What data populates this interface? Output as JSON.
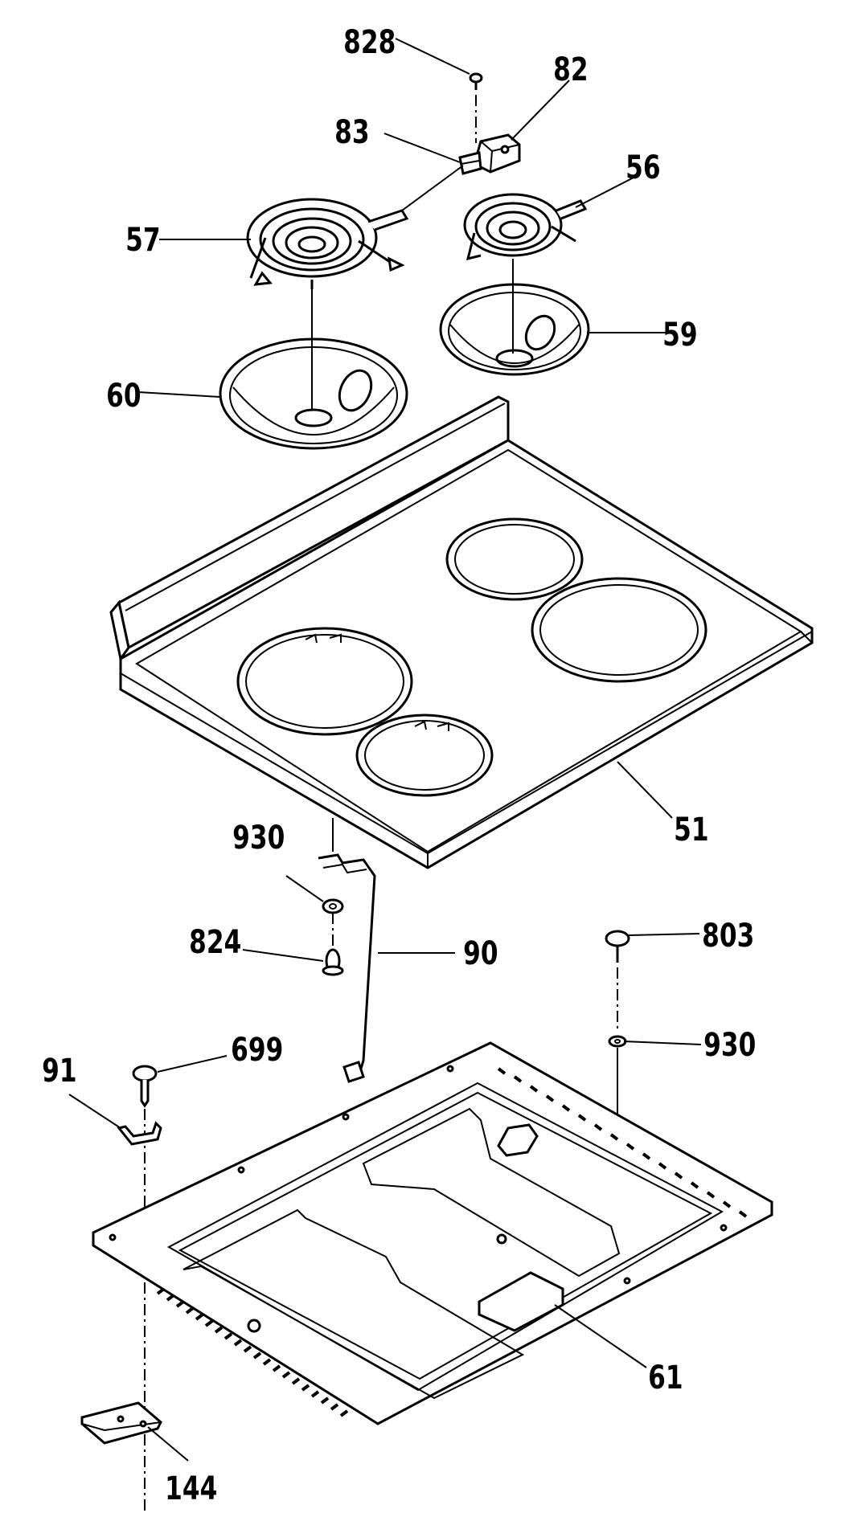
{
  "diagram": {
    "callouts": {
      "p828": "828",
      "p82": "82",
      "p83": "83",
      "p56": "56",
      "p57": "57",
      "p59": "59",
      "p60": "60",
      "p51": "51",
      "p930a": "930",
      "p824": "824",
      "p90": "90",
      "p803": "803",
      "p930b": "930",
      "p91": "91",
      "p699": "699",
      "p61": "61",
      "p144": "144"
    }
  }
}
